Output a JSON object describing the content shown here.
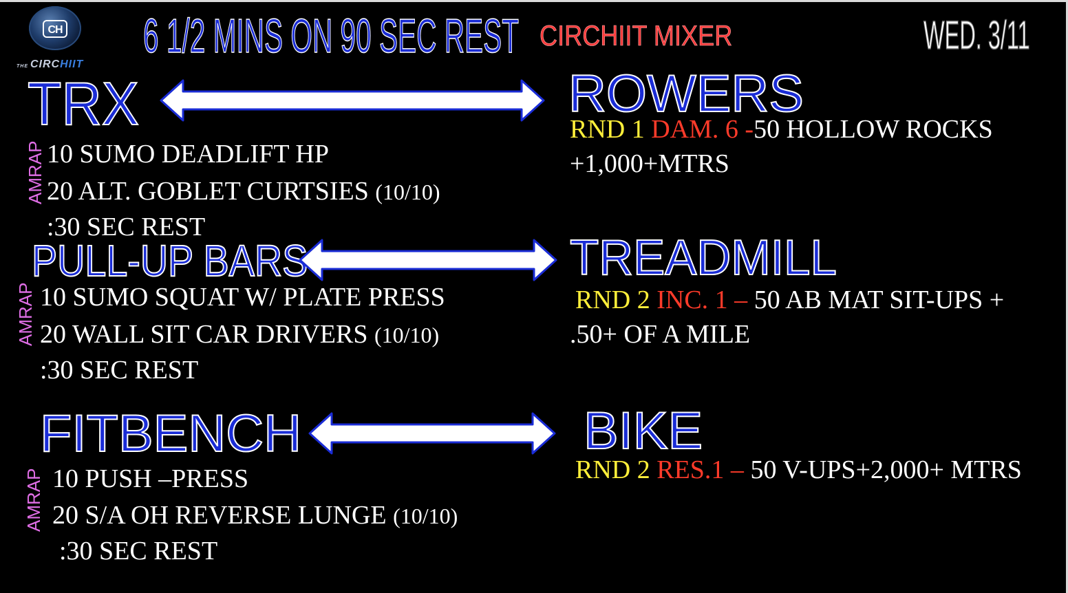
{
  "logo": {
    "monogram": "CH",
    "text_prefix": "THE ",
    "text_main": "CIRC",
    "text_accent": "HIIT"
  },
  "header": {
    "title": "6  1/2 MINS ON 90 SEC REST",
    "subtitle": "CIRCHIIT MIXER",
    "date": "WED. 3/11"
  },
  "colors": {
    "station": "#1a2cd6",
    "amrap": "#e06ee6",
    "round": "#ffef3a",
    "modifier": "#ff3b2a"
  },
  "stations": [
    {
      "left_name": "TRX",
      "amrap_label": "AMRAP",
      "exercises": [
        {
          "text": "10 SUMO DEADLIFT HP",
          "note": ""
        },
        {
          "text": "20 ALT. GOBLET CURTSIES",
          "note": "(10/10)"
        },
        {
          "text": ":30 SEC REST",
          "note": ""
        }
      ],
      "right_name": "ROWERS",
      "round": {
        "label": "RND 1",
        "modifier": "DAM. 6 -",
        "line1": "50 HOLLOW ROCKS",
        "line2": "+1,000+MTRS"
      }
    },
    {
      "left_name": "PULL-UP BARS",
      "amrap_label": "AMRAP",
      "exercises": [
        {
          "text": "10 SUMO SQUAT W/ PLATE PRESS",
          "note": ""
        },
        {
          "text": "20 WALL SIT CAR DRIVERS",
          "note": "(10/10)"
        },
        {
          "text": ":30 SEC REST",
          "note": ""
        }
      ],
      "right_name": "TREADMILL",
      "round": {
        "label": "RND 2",
        "modifier": "INC. 1 –",
        "line1": " 50 AB MAT SIT-UPS +",
        "line2": ".50+ OF A MILE"
      }
    },
    {
      "left_name": "FITBENCH",
      "amrap_label": "AMRAP",
      "exercises": [
        {
          "text": "10 PUSH –PRESS",
          "note": ""
        },
        {
          "text": "20 S/A OH REVERSE LUNGE",
          "note": "(10/10)"
        },
        {
          "text": ":30 SEC REST",
          "note": ""
        }
      ],
      "right_name": "BIKE",
      "round": {
        "label": "RND 2",
        "modifier": "RES.1 –",
        "line1": " 50 V-UPS+2,000+ MTRS",
        "line2": ""
      }
    }
  ]
}
